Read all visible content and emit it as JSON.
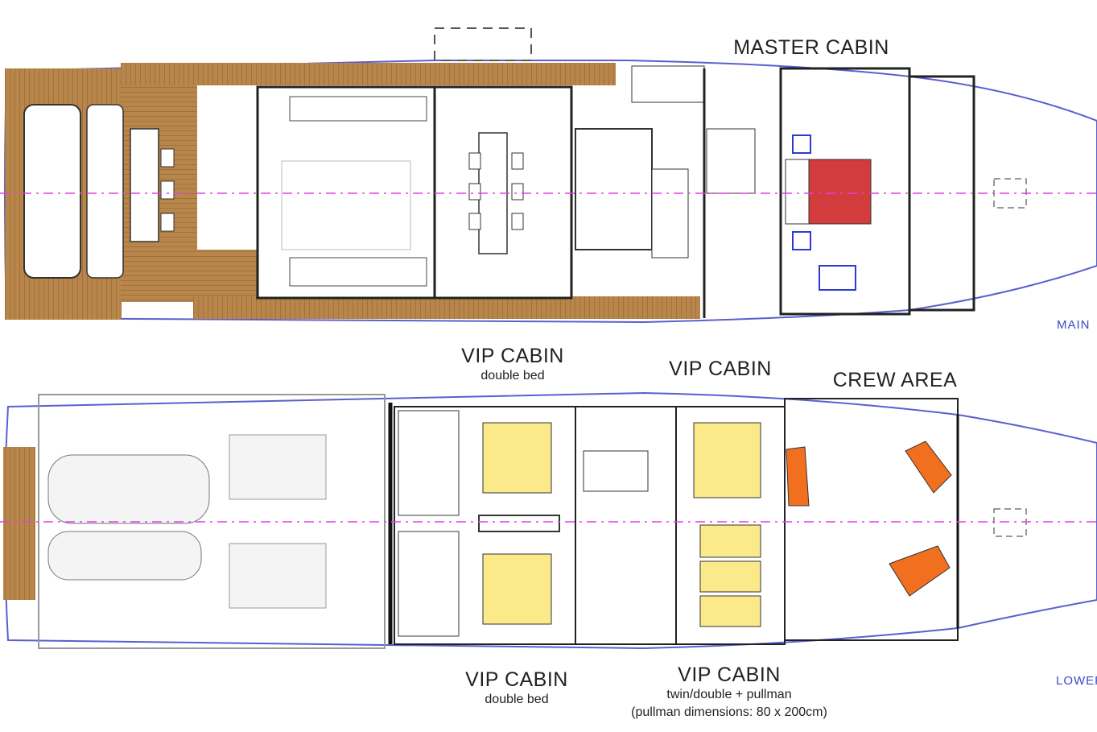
{
  "labels": {
    "master_cabin": "MASTER CABIN",
    "vip_cabin_upper_left": {
      "title": "VIP CABIN",
      "sub": "double bed"
    },
    "vip_cabin_upper_right": {
      "title": "VIP CABIN"
    },
    "crew_area": "CREW AREA",
    "vip_cabin_lower_left": {
      "title": "VIP CABIN",
      "sub": "double bed"
    },
    "vip_cabin_lower_right": {
      "title": "VIP CABIN",
      "sub": "twin/double + pullman",
      "note": "(pullman dimensions: 80 x 200cm)"
    }
  },
  "decks": {
    "main": "MAIN",
    "lower": "LOWER"
  },
  "colors": {
    "hull": "#5a5fd0",
    "centerline": "#e040e0",
    "teak": "#b8864a",
    "master_bed": "#d23c3c",
    "vip_bed": "#fbe98a",
    "crew_bunk": "#f07020"
  }
}
